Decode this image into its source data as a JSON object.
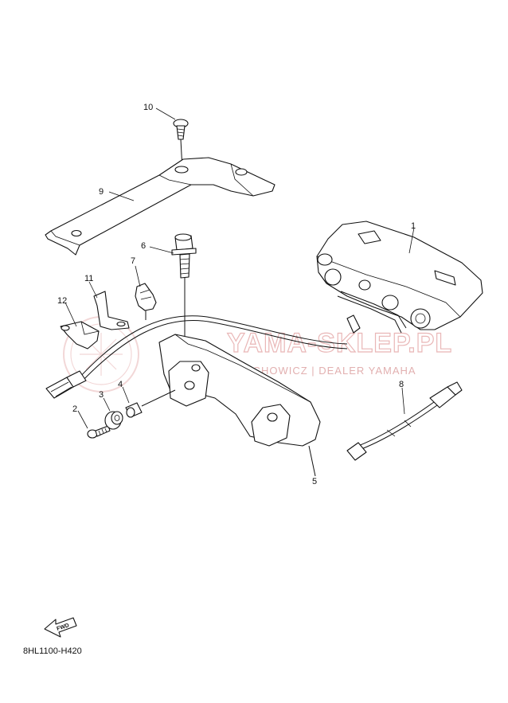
{
  "diagram": {
    "code": "8HL1100-H420",
    "fwd_label": "FWD",
    "watermark": {
      "main": "YAMA-SKLEP.PL",
      "sub": "WIECHOWICZ | DEALER YAMAHA"
    },
    "callouts": [
      {
        "id": "1",
        "label": "1"
      },
      {
        "id": "2",
        "label": "2"
      },
      {
        "id": "3",
        "label": "3"
      },
      {
        "id": "4",
        "label": "4"
      },
      {
        "id": "5",
        "label": "5"
      },
      {
        "id": "6",
        "label": "6"
      },
      {
        "id": "7",
        "label": "7"
      },
      {
        "id": "8",
        "label": "8"
      },
      {
        "id": "9",
        "label": "9"
      },
      {
        "id": "10",
        "label": "10"
      },
      {
        "id": "11",
        "label": "11"
      },
      {
        "id": "12",
        "label": "12"
      }
    ],
    "watermark_colors": {
      "stroke": "#e9b7b7",
      "fill": "#e2b0b0"
    }
  }
}
